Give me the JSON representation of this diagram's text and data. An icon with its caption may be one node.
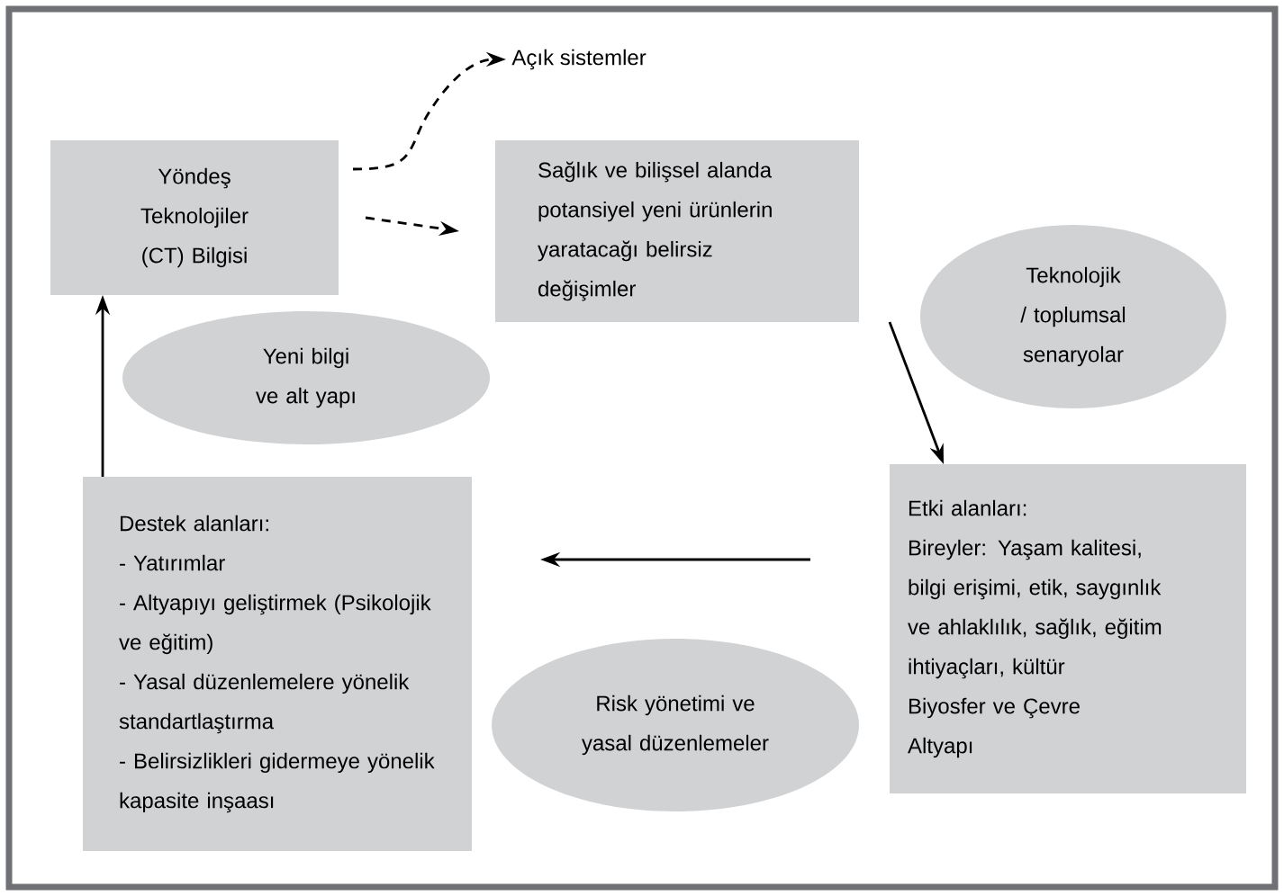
{
  "diagram": {
    "nodes": [
      {
        "text": [
          "Yöndeş Teknolojiler (CT) Bilgisi"
        ]
      },
      {
        "text": [
          "Açık sistemler"
        ]
      },
      {
        "text": [
          "Sağlık ve bilişsel alanda potansiyel yeni ürünlerin yaratacağı belirsiz değişimler"
        ]
      },
      {
        "text": [
          "Teknolojik / toplumsal senaryolar"
        ]
      },
      {
        "text": [
          "Etki alanları:",
          "Bireyler: Yaşam kalitesi, bilgi erişimi, etik, saygınlık ve ahlaklılık, sağlık, eğitim ihtiyaçları, kültür",
          "Biyosfer ve Çevre",
          "Altyapı"
        ]
      },
      {
        "text": [
          "Risk yönetimi ve yasal düzenlemeler"
        ]
      },
      {
        "text": [
          "Destek alanları:",
          "- Yatırımlar",
          "- Altyapıyı geliştirmek (Psikolojik ve eğitim)",
          "- Yasal düzenlemelere yönelik standartlaştırma",
          "- Belirsizlikleri gidermeye yönelik kapasite inşaası"
        ]
      },
      {
        "text": [
          "Yeni bilgi ve alt yapı"
        ]
      }
    ],
    "edges": [
      {
        "from": 0,
        "to": 1,
        "arrow": "to",
        "style": "dashed"
      },
      {
        "from": 0,
        "to": 2,
        "arrow": "to",
        "style": "dashed"
      },
      {
        "from": 2,
        "to": 4,
        "arrow": "to"
      },
      {
        "from": 4,
        "to": 6,
        "arrow": "to"
      },
      {
        "from": 6,
        "to": 0,
        "arrow": "to"
      }
    ]
  }
}
